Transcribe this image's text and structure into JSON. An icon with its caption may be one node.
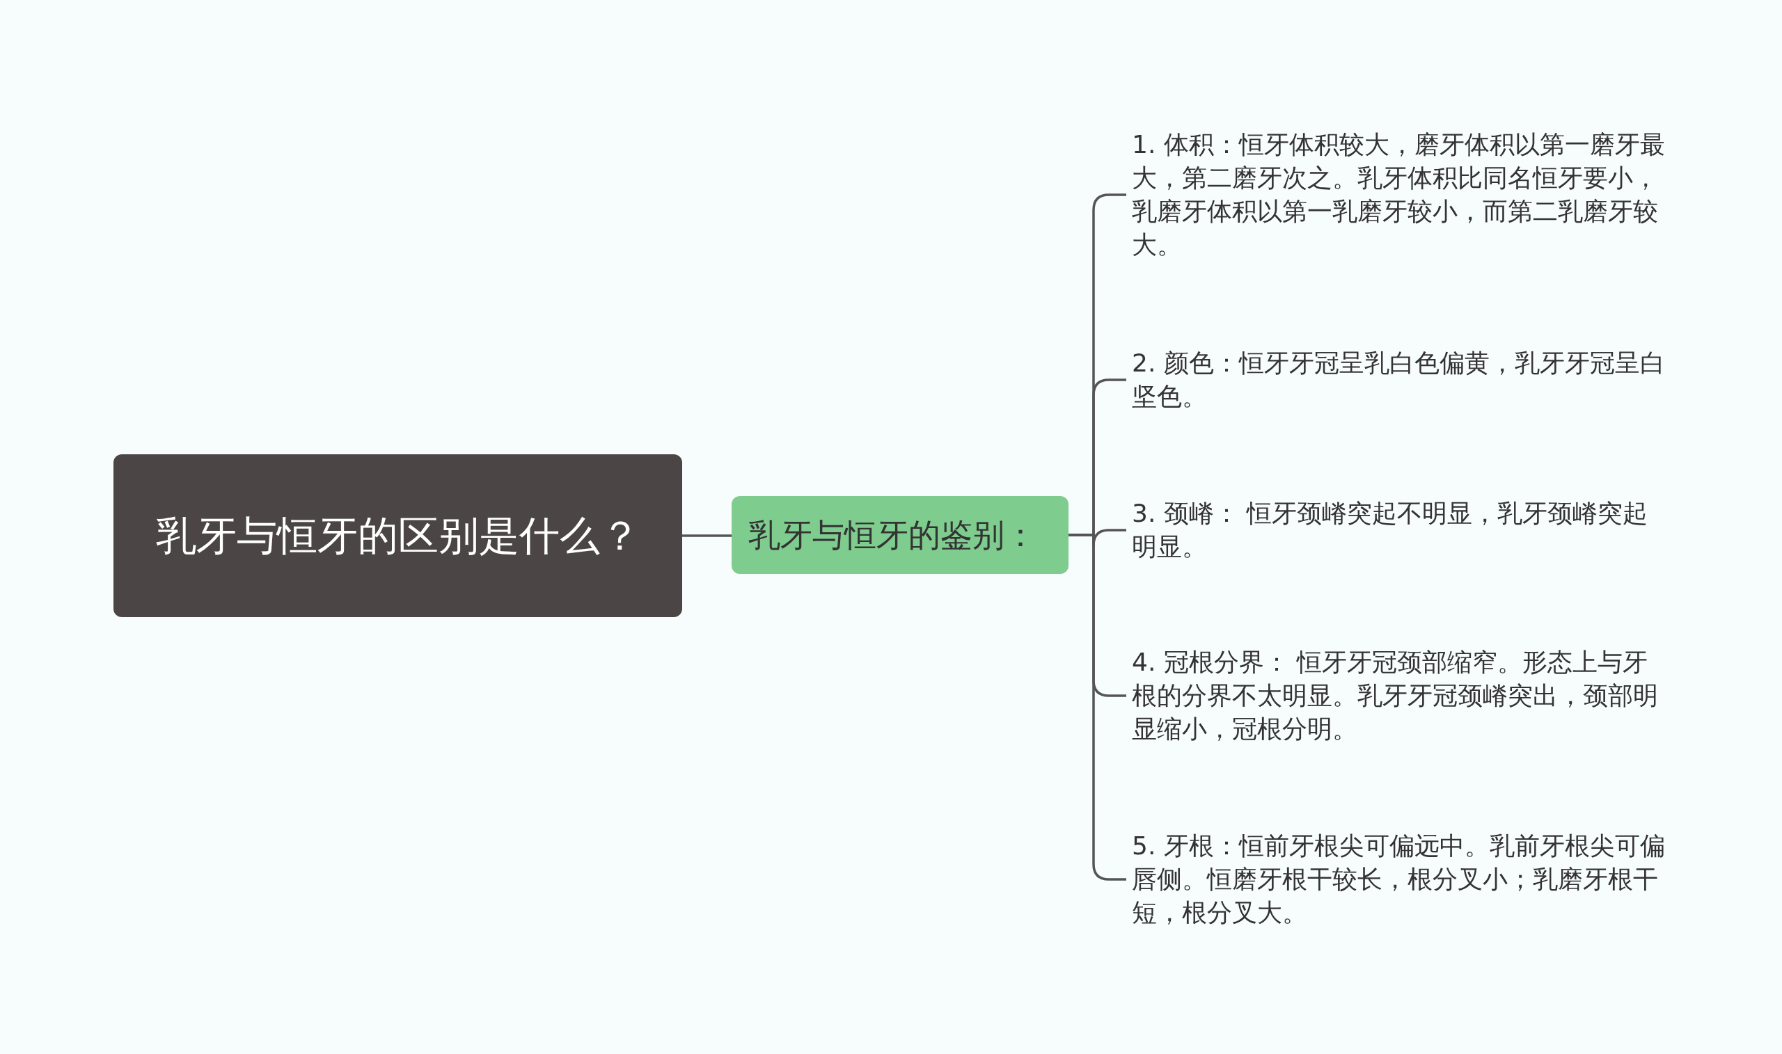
{
  "diagram": {
    "nodes": [
      {
        "text": [
          "乳牙与恒牙的区别是什么？"
        ]
      },
      {
        "text": [
          "乳牙与恒牙的鉴别："
        ]
      },
      {
        "text": [
          "1. 体积：恒牙体积较大，磨牙体积以第一磨牙最大，第二磨牙次之。乳牙体积比同名恒牙要小，乳磨牙体积以第一乳磨牙较小，而第二乳磨牙较大。"
        ]
      },
      {
        "text": [
          "2. 颜色：恒牙牙冠呈乳白色偏黄，乳牙牙冠呈白坚色。"
        ]
      },
      {
        "text": [
          "3. 颈嵴： 恒牙颈嵴突起不明显，乳牙颈嵴突起明显。"
        ]
      },
      {
        "text": [
          "4. 冠根分界： 恒牙牙冠颈部缩窄。形态上与牙根的分界不太明显。乳牙牙冠颈嵴突出，颈部明显缩小，冠根分明。"
        ]
      },
      {
        "text": [
          "5. 牙根：恒前牙根尖可偏远中。乳前牙根尖可偏唇侧。恒磨牙根干较长，根分叉小；乳磨牙根干短，根分叉大。"
        ]
      }
    ],
    "edges": [
      {
        "from": 0,
        "to": 1,
        "arrow": "none"
      },
      {
        "from": 1,
        "to": 2,
        "arrow": "none"
      },
      {
        "from": 1,
        "to": 3,
        "arrow": "none"
      },
      {
        "from": 1,
        "to": 4,
        "arrow": "none"
      },
      {
        "from": 1,
        "to": 5,
        "arrow": "none"
      },
      {
        "from": 1,
        "to": 6,
        "arrow": "none"
      }
    ]
  }
}
